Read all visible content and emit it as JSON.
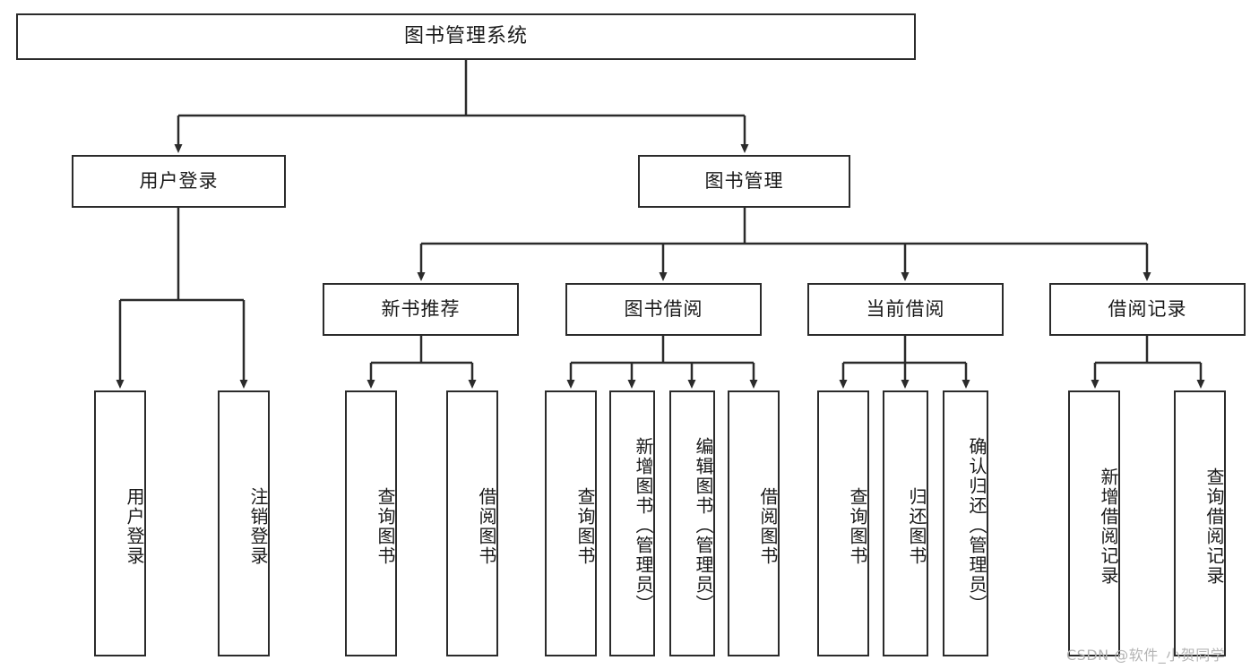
{
  "diagram": {
    "title": "图书管理系统",
    "type": "tree-hierarchy-chart",
    "watermark": "CSDN @软件_小贺同学",
    "colors": {
      "border": "#2b2b2b",
      "background": "#ffffff",
      "text": "#1a1a1a",
      "edge": "#2b2b2b",
      "watermark": "#b4b4b4"
    },
    "levels": {
      "root": {
        "label": "图书管理系统"
      },
      "level1": [
        {
          "id": "user-login",
          "label": "用户登录"
        },
        {
          "id": "book-manage",
          "label": "图书管理"
        }
      ],
      "level2": [
        {
          "id": "new-book-rec",
          "label": "新书推荐",
          "parent": "book-manage"
        },
        {
          "id": "book-borrow",
          "label": "图书借阅",
          "parent": "book-manage"
        },
        {
          "id": "current-borrow",
          "label": "当前借阅",
          "parent": "book-manage"
        },
        {
          "id": "borrow-record",
          "label": "借阅记录",
          "parent": "book-manage"
        }
      ],
      "leaves": [
        {
          "id": "leaf-user-login",
          "label": "用户登录",
          "parent": "user-login"
        },
        {
          "id": "leaf-logout",
          "label": "注销登录",
          "parent": "user-login"
        },
        {
          "id": "leaf-query-book-1",
          "label": "查询图书",
          "parent": "new-book-rec"
        },
        {
          "id": "leaf-borrow-book-1",
          "label": "借阅图书",
          "parent": "new-book-rec"
        },
        {
          "id": "leaf-query-book-2",
          "label": "查询图书",
          "parent": "book-borrow"
        },
        {
          "id": "leaf-add-book",
          "label": "新增图书（管理员）",
          "parent": "book-borrow"
        },
        {
          "id": "leaf-edit-book",
          "label": "编辑图书（管理员）",
          "parent": "book-borrow"
        },
        {
          "id": "leaf-borrow-book-2",
          "label": "借阅图书",
          "parent": "book-borrow"
        },
        {
          "id": "leaf-query-book-3",
          "label": "查询图书",
          "parent": "current-borrow"
        },
        {
          "id": "leaf-return-book",
          "label": "归还图书",
          "parent": "current-borrow"
        },
        {
          "id": "leaf-confirm-return",
          "label": "确认归还（管理员）",
          "parent": "current-borrow"
        },
        {
          "id": "leaf-add-record",
          "label": "新增借阅记录",
          "parent": "borrow-record"
        },
        {
          "id": "leaf-query-record",
          "label": "查询借阅记录",
          "parent": "borrow-record"
        }
      ]
    }
  }
}
